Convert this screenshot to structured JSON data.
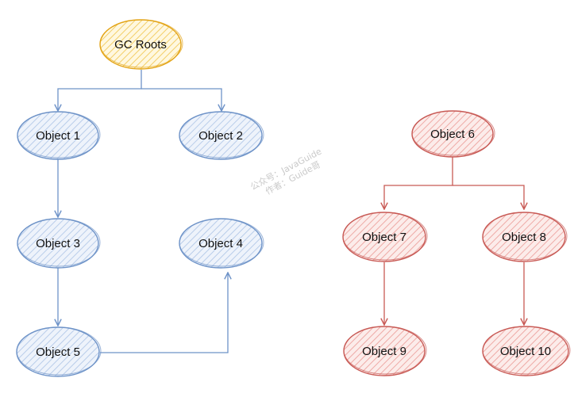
{
  "diagram": {
    "nodes": [
      {
        "id": "gc_roots",
        "label": "GC Roots",
        "group": "root"
      },
      {
        "id": "obj1",
        "label": "Object 1",
        "group": "reachable"
      },
      {
        "id": "obj2",
        "label": "Object 2",
        "group": "reachable"
      },
      {
        "id": "obj3",
        "label": "Object 3",
        "group": "reachable"
      },
      {
        "id": "obj4",
        "label": "Object 4",
        "group": "reachable"
      },
      {
        "id": "obj5",
        "label": "Object 5",
        "group": "reachable"
      },
      {
        "id": "obj6",
        "label": "Object 6",
        "group": "unreachable"
      },
      {
        "id": "obj7",
        "label": "Object 7",
        "group": "unreachable"
      },
      {
        "id": "obj8",
        "label": "Object 8",
        "group": "unreachable"
      },
      {
        "id": "obj9",
        "label": "Object 9",
        "group": "unreachable"
      },
      {
        "id": "obj10",
        "label": "Object 10",
        "group": "unreachable"
      }
    ],
    "edges": [
      {
        "from": "gc_roots",
        "to": "obj1"
      },
      {
        "from": "gc_roots",
        "to": "obj2"
      },
      {
        "from": "obj1",
        "to": "obj3"
      },
      {
        "from": "obj3",
        "to": "obj5"
      },
      {
        "from": "obj5",
        "to": "obj4"
      },
      {
        "from": "obj6",
        "to": "obj7"
      },
      {
        "from": "obj6",
        "to": "obj8"
      },
      {
        "from": "obj7",
        "to": "obj9"
      },
      {
        "from": "obj8",
        "to": "obj10"
      }
    ],
    "colors": {
      "root_fill": "#fbe7a5",
      "root_stroke": "#e3a417",
      "reachable_fill": "#dce7f6",
      "reachable_stroke": "#6e93c8",
      "unreachable_fill": "#f7cfcc",
      "unreachable_stroke": "#c85a55"
    }
  },
  "watermark": {
    "line1": "公众号：JavaGuide",
    "line2": "作者：Guide哥"
  }
}
